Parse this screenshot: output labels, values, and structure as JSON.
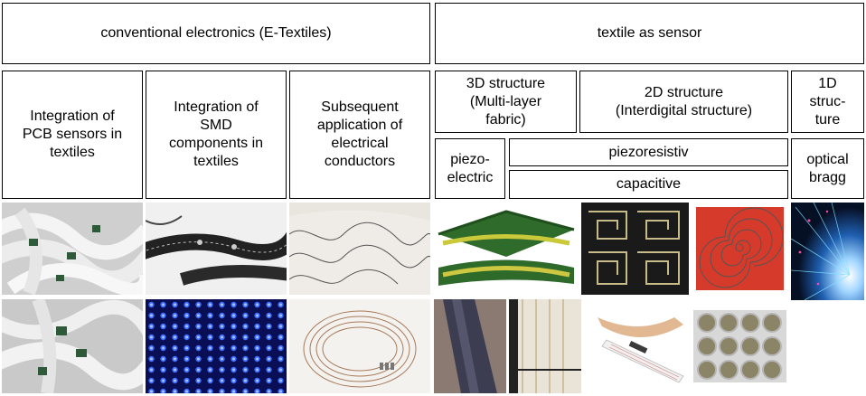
{
  "header": {
    "left_title": "conventional electronics (E-Textiles)",
    "right_title": "textile as sensor"
  },
  "categories": {
    "pcb": "Integration of\nPCB sensors in\ntextiles",
    "smd": "Integration of\nSMD\ncomponents in\ntextiles",
    "subsequent": "Subsequent\napplication of\nelectrical\nconductors",
    "structure_3d": "3D structure\n(Multi-layer\nfabric)",
    "structure_2d": "2D structure\n(Interdigital structure)",
    "structure_1d": "1D\nstruc-\nture",
    "piezoelectric": "piezo-\nelectric",
    "piezoresistive": "piezoresistiv",
    "capacitive": "capacitive",
    "optical": "optical\nbragg"
  }
}
